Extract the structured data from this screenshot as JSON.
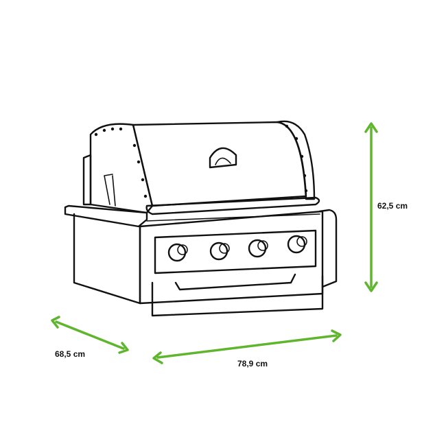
{
  "dimensions": {
    "height": "62,5 cm",
    "depth": "68,5 cm",
    "width": "78,9 cm"
  },
  "colors": {
    "arrow": "#5fb52e",
    "line": "#111111",
    "background": "#ffffff"
  },
  "illustration": {
    "icon": "built-in-grill-icon",
    "burner_knobs": 4
  }
}
